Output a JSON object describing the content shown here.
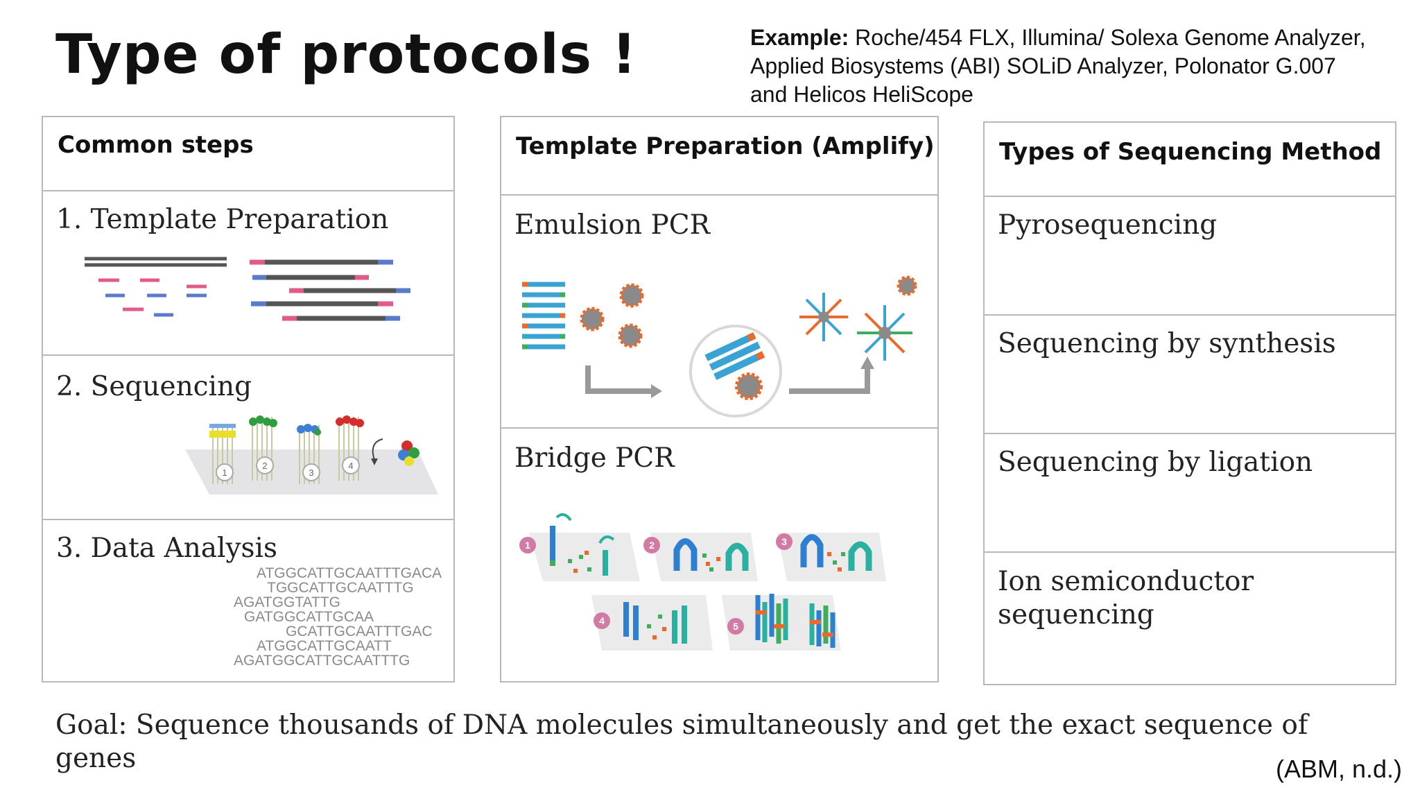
{
  "title": "Type of protocols !",
  "example": {
    "label": "Example:",
    "text": " Roche/454 FLX, Illumina/ Solexa Genome Analyzer, Applied Biosystems (ABI) SOLiD Analyzer, Polonator G.007 and Helicos HeliScope"
  },
  "common_steps": {
    "header": "Common steps",
    "steps": [
      "1. Template Preparation",
      "2. Sequencing",
      "3. Data Analysis"
    ]
  },
  "template_prep": {
    "header": "Template Preparation (Amplify)",
    "methods": [
      "Emulsion PCR",
      "Bridge PCR"
    ]
  },
  "sequencing_methods": {
    "header": "Types of Sequencing Method",
    "items": [
      "Pyrosequencing",
      "Sequencing by synthesis",
      "Sequencing by ligation",
      "Ion semiconductor sequencing"
    ]
  },
  "sequencing_figure": {
    "step_numbers": [
      "1",
      "2",
      "3",
      "4"
    ]
  },
  "alignment_reads": [
    "ATGGCATTGCAATTTGACA",
    "TGGCATTGCAATTTG",
    "AGATGGTATTG",
    "GATGGCATTGCAA",
    "GCATTGCAATTTGAC",
    "ATGGCATTGCAATT",
    "AGATGGCATTGCAATTTG"
  ],
  "bridge_figure": {
    "step_numbers": [
      "1",
      "2",
      "3",
      "4",
      "5"
    ]
  },
  "goal": "Goal: Sequence thousands of DNA molecules simultaneously and get the exact sequence of genes",
  "citation": "(ABM, n.d.)"
}
